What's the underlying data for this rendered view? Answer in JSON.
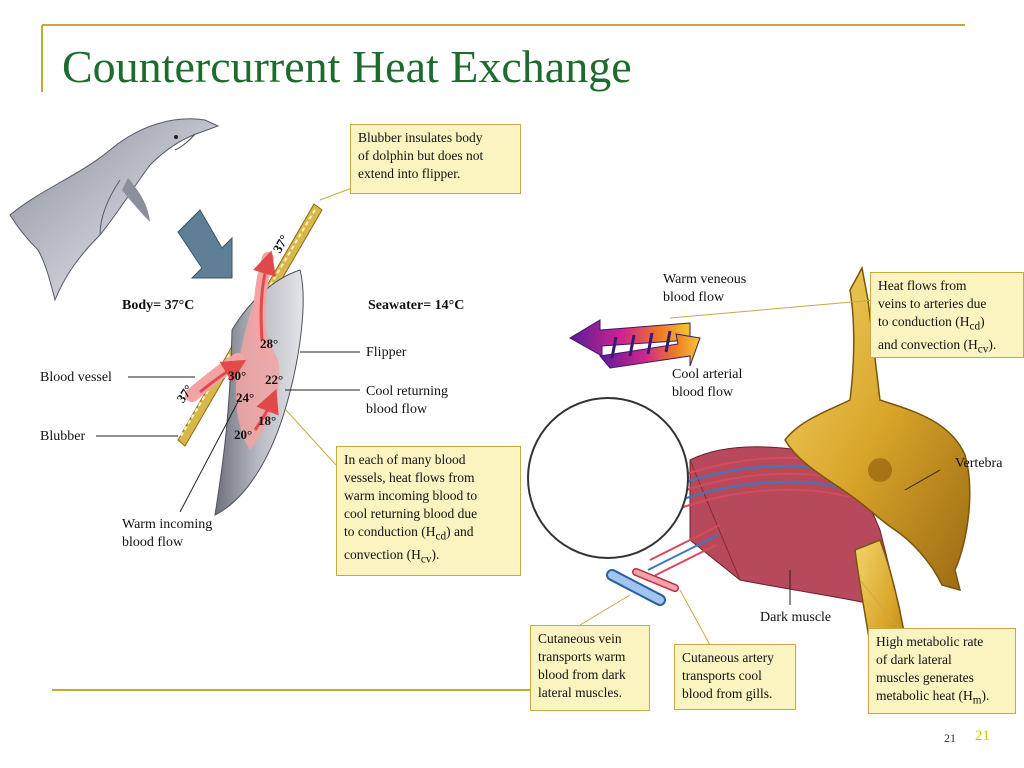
{
  "title": "Countercurrent Heat Exchange",
  "labels": {
    "body": "Body= 37°C",
    "seawater": "Seawater= 14°C",
    "blood_vessel": "Blood vessel",
    "blubber": "Blubber",
    "flipper": "Flipper",
    "cool_returning": [
      "Cool returning",
      "blood flow"
    ],
    "warm_incoming": [
      "Warm incoming",
      "blood flow"
    ],
    "warm_veneous": [
      "Warm veneous",
      "blood flow"
    ],
    "cool_arterial": [
      "Cool arterial",
      "blood flow"
    ],
    "vertebra": "Vertebra",
    "dark_muscle": "Dark muscle"
  },
  "temperatures": {
    "t37_top": "37°",
    "t37_left": "37°",
    "t30": "30°",
    "t28": "28°",
    "t24": "24°",
    "t22": "22°",
    "t20": "20°",
    "t18": "18°"
  },
  "callouts": {
    "blubber_insulates": [
      "Blubber insulates body",
      "of dolphin but does not",
      "extend into flipper."
    ],
    "heat_flows_vessels": [
      "In each of many blood",
      "vessels, heat flows from",
      "warm incoming blood to",
      "cool returning blood due",
      "to conduction (H",
      "cd",
      ") and",
      "convection (H",
      "cv",
      ")."
    ],
    "heat_flows_veins": [
      "Heat flows from",
      "veins to arteries due",
      "to conduction (H",
      "cd",
      ")",
      "and convection (H",
      "cv",
      ")."
    ],
    "cutaneous_vein": [
      "Cutaneous vein",
      "transports warm",
      "blood from dark",
      "lateral muscles."
    ],
    "cutaneous_artery": [
      "Cutaneous artery",
      "transports cool",
      "blood from gills."
    ],
    "metabolic_rate": [
      "High metabolic rate",
      "of dark lateral",
      "muscles generates",
      "metabolic heat (H",
      "m",
      ")."
    ]
  },
  "page": {
    "number_small": "21",
    "number_large": "21"
  }
}
